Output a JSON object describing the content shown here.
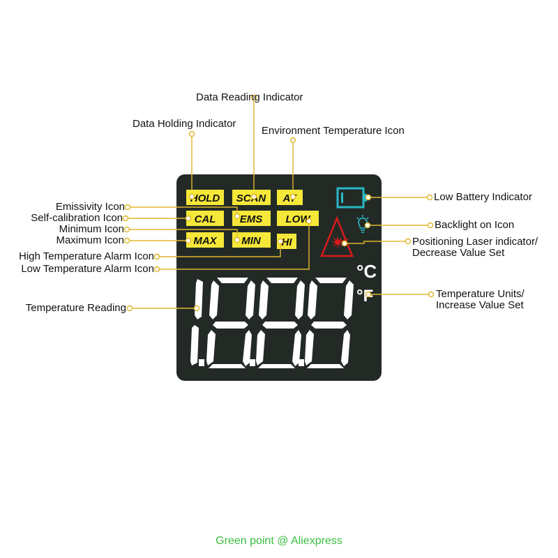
{
  "lcd": {
    "icons": {
      "hold": "HOLD",
      "scan": "SCAN",
      "at": "AT",
      "cal": "CAL",
      "ems": "EMS",
      "low": "LOW",
      "max": "MAX",
      "min": "MIN",
      "hi": "HI"
    },
    "reading": "1888",
    "unit_celsius": "°C",
    "unit_fahrenheit": "°F",
    "icon_color": "#f5e839",
    "display_color": "#232a26",
    "battery_color": "#2ab7c4",
    "laser_color": "#d91a1a"
  },
  "labels": {
    "data_reading": "Data Reading Indicator",
    "data_holding": "Data Holding Indicator",
    "environment_temp": "Environment Temperature Icon",
    "low_battery": "Low Battery Indicator",
    "emissivity": "Emissivity Icon",
    "self_calibration": "Self-calibration Icon",
    "minimum": "Minimum Icon",
    "maximum": "Maximum Icon",
    "high_alarm": "High Temperature Alarm Icon",
    "low_alarm": "Low Temperature Alarm Icon",
    "backlight": "Backlight on Icon",
    "laser_line1": "Positioning Laser indicator/",
    "laser_line2": "Decrease Value Set",
    "temp_reading": "Temperature Reading",
    "units_line1": "Temperature Units/",
    "units_line2": "Increase Value Set"
  },
  "watermark": "Green point @ Aliexpress"
}
